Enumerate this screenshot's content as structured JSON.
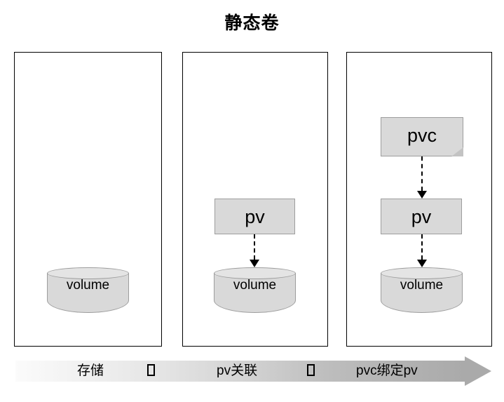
{
  "diagram": {
    "title": "静态卷",
    "type": "flow-diagram",
    "panels": [
      {
        "id": "panel-1",
        "stage_label": "存储",
        "nodes": [
          {
            "kind": "cylinder",
            "label": "volume"
          }
        ]
      },
      {
        "id": "panel-2",
        "stage_label": "pv关联",
        "nodes": [
          {
            "kind": "box",
            "label": "pv"
          },
          {
            "kind": "cylinder",
            "label": "volume"
          }
        ],
        "connectors": [
          {
            "from": "pv",
            "to": "volume",
            "style": "dashed",
            "arrow": "down"
          }
        ]
      },
      {
        "id": "panel-3",
        "stage_label": "pvc绑定pv",
        "nodes": [
          {
            "kind": "note",
            "label": "pvc"
          },
          {
            "kind": "box",
            "label": "pv"
          },
          {
            "kind": "cylinder",
            "label": "volume"
          }
        ],
        "connectors": [
          {
            "from": "pvc",
            "to": "pv",
            "style": "dashed",
            "arrow": "down"
          },
          {
            "from": "pv",
            "to": "volume",
            "style": "dashed",
            "arrow": "down"
          }
        ]
      }
    ]
  },
  "progress_arrow": {
    "direction": "left-to-right",
    "steps": [
      {
        "label": "存储"
      },
      {
        "label": "□",
        "missing_glyph": true
      },
      {
        "label": "pv关联"
      },
      {
        "label": "□",
        "missing_glyph": true
      },
      {
        "label": "pvc绑定pv"
      }
    ]
  },
  "colors": {
    "node_fill": "#d9d9d9",
    "node_border": "#9d9d9d",
    "cylinder_top": "#e4e4e4",
    "panel_border": "#000000",
    "background": "#ffffff",
    "arrow_gradient_start": "#fbfbfb",
    "arrow_gradient_end": "#aaaaaa"
  }
}
